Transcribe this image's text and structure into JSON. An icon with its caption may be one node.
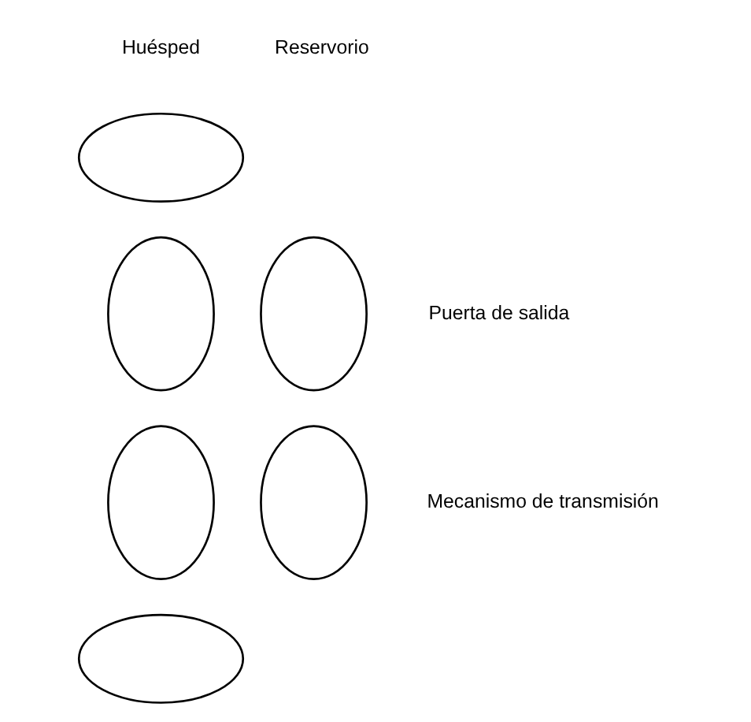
{
  "diagram": {
    "nodes": [
      {
        "text": [],
        "shape": "ellipse"
      },
      {
        "text": [],
        "shape": "ellipse"
      },
      {
        "text": [],
        "shape": "ellipse"
      },
      {
        "text": [],
        "shape": "ellipse"
      },
      {
        "text": [],
        "shape": "ellipse"
      },
      {
        "text": [],
        "shape": "ellipse"
      }
    ],
    "labels": [
      "Huésped",
      "Reservorio",
      "Puerta de salida",
      "Mecanismo de transmisión"
    ]
  }
}
